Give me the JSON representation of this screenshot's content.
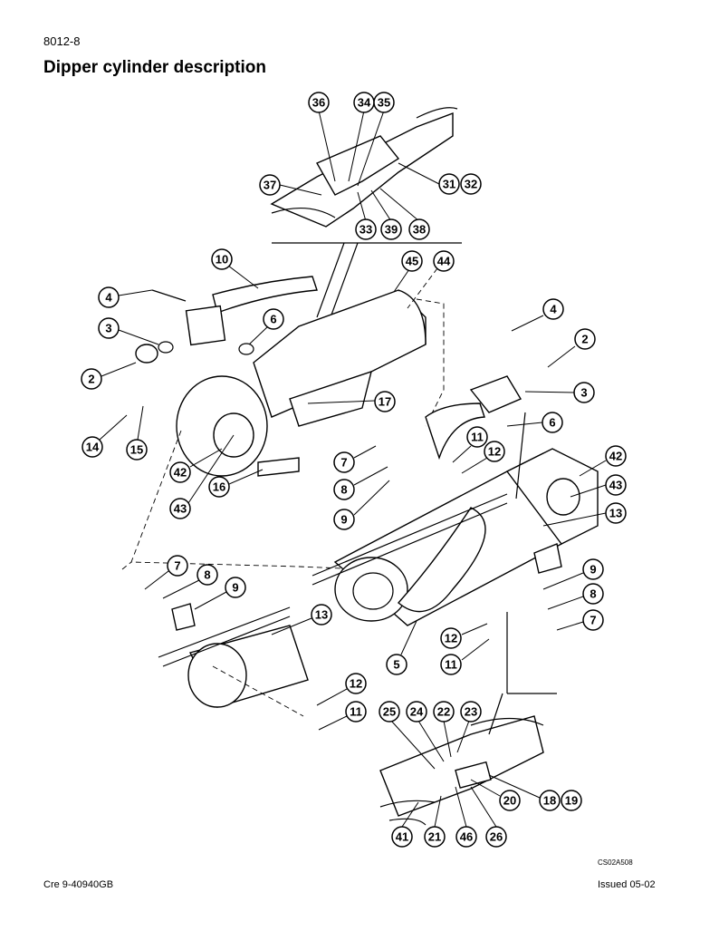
{
  "header": {
    "page_ref": "8012-8",
    "title": "Dipper cylinder description"
  },
  "callouts": [
    {
      "n": "36"
    },
    {
      "n": "34"
    },
    {
      "n": "35"
    },
    {
      "n": "37"
    },
    {
      "n": "31"
    },
    {
      "n": "32"
    },
    {
      "n": "33"
    },
    {
      "n": "39"
    },
    {
      "n": "38"
    },
    {
      "n": "10"
    },
    {
      "n": "45"
    },
    {
      "n": "44"
    },
    {
      "n": "4"
    },
    {
      "n": "3"
    },
    {
      "n": "6"
    },
    {
      "n": "2"
    },
    {
      "n": "17"
    },
    {
      "n": "14"
    },
    {
      "n": "15"
    },
    {
      "n": "42"
    },
    {
      "n": "43"
    },
    {
      "n": "16"
    },
    {
      "n": "4"
    },
    {
      "n": "2"
    },
    {
      "n": "3"
    },
    {
      "n": "6"
    },
    {
      "n": "11"
    },
    {
      "n": "12"
    },
    {
      "n": "7"
    },
    {
      "n": "8"
    },
    {
      "n": "9"
    },
    {
      "n": "42"
    },
    {
      "n": "43"
    },
    {
      "n": "13"
    },
    {
      "n": "7"
    },
    {
      "n": "8"
    },
    {
      "n": "9"
    },
    {
      "n": "13"
    },
    {
      "n": "9"
    },
    {
      "n": "8"
    },
    {
      "n": "7"
    },
    {
      "n": "12"
    },
    {
      "n": "11"
    },
    {
      "n": "5"
    },
    {
      "n": "12"
    },
    {
      "n": "11"
    },
    {
      "n": "25"
    },
    {
      "n": "24"
    },
    {
      "n": "22"
    },
    {
      "n": "23"
    },
    {
      "n": "20"
    },
    {
      "n": "18"
    },
    {
      "n": "19"
    },
    {
      "n": "41"
    },
    {
      "n": "21"
    },
    {
      "n": "46"
    },
    {
      "n": "26"
    }
  ],
  "footer": {
    "image_code": "CS02A508",
    "doc_code": "Cre  9-40940GB",
    "issued": "Issued 05-02"
  }
}
